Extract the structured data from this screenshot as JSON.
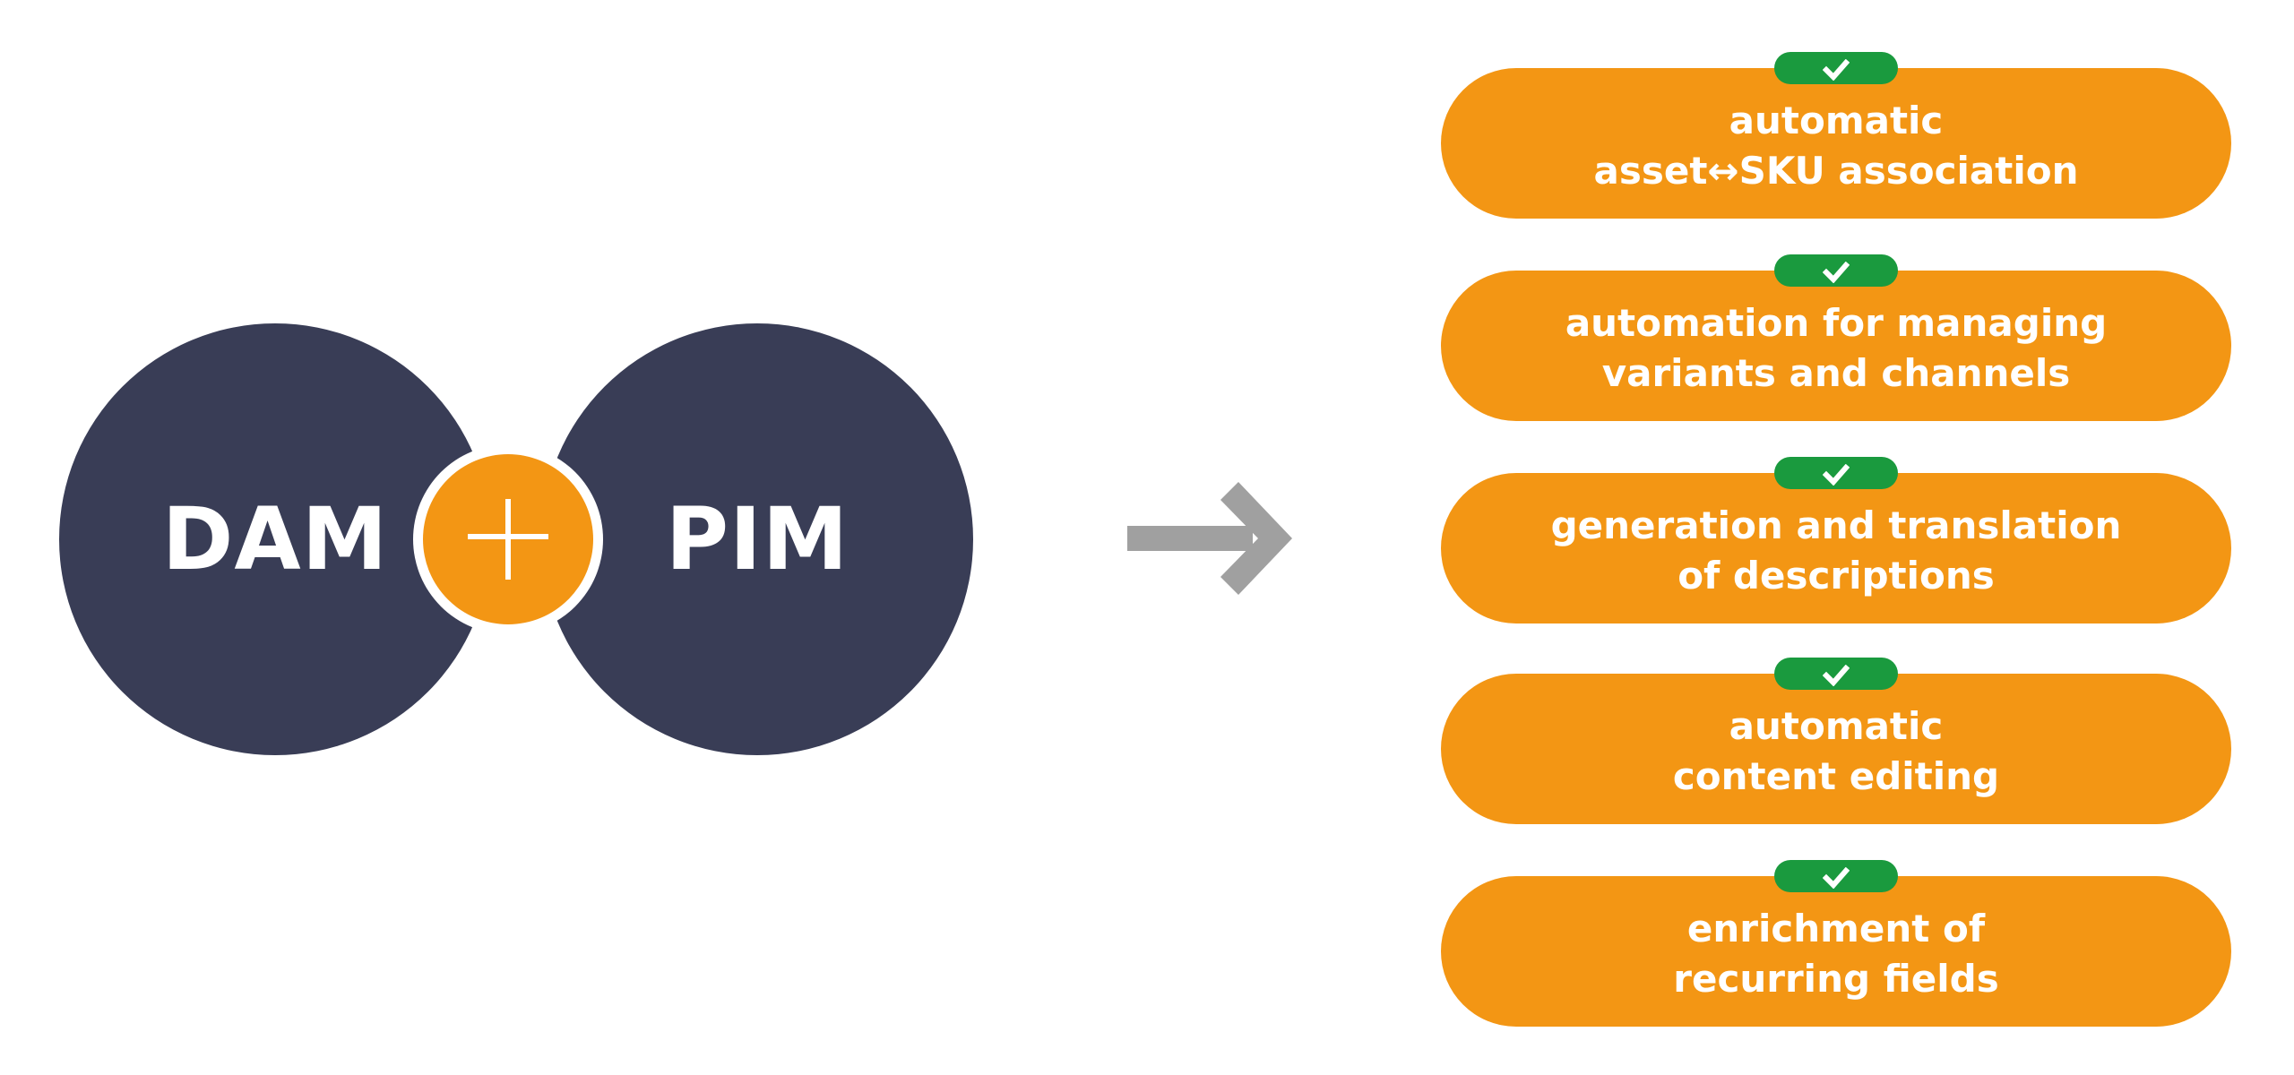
{
  "colors": {
    "navy": "#393d56",
    "orange": "#f39614",
    "green": "#1a9a3e",
    "arrow_gray": "#a0a0a0",
    "white": "#ffffff"
  },
  "left": {
    "circle_1": {
      "label": "DAM"
    },
    "connector": {
      "icon": "plus-icon"
    },
    "circle_2": {
      "label": "PIM"
    }
  },
  "arrow": {
    "icon": "arrow-right-icon"
  },
  "benefits": [
    {
      "badge_icon": "checkmark-icon",
      "label": "automatic\nasset↔SKU association"
    },
    {
      "badge_icon": "checkmark-icon",
      "label": "automation for managing\nvariants and channels"
    },
    {
      "badge_icon": "checkmark-icon",
      "label": "generation and translation\nof descriptions"
    },
    {
      "badge_icon": "checkmark-icon",
      "label": "automatic\ncontent editing"
    },
    {
      "badge_icon": "checkmark-icon",
      "label": "enrichment of\nrecurring fields"
    }
  ]
}
